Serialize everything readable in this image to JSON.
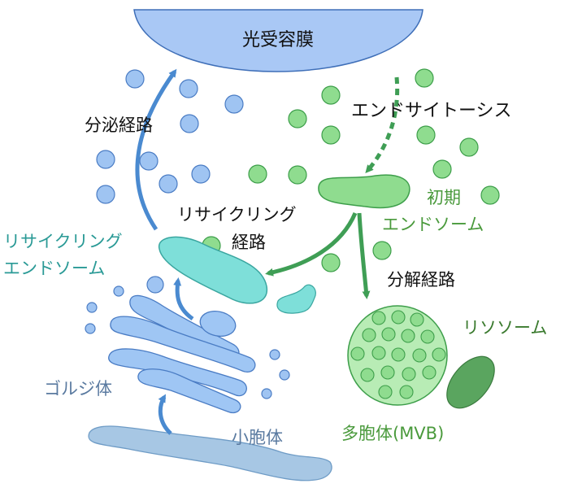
{
  "labels": {
    "membrane": "光受容膜",
    "endocytosis": "エンドサイトーシス",
    "secretory": "分泌経路",
    "recycling_path_1": "リサイクリング",
    "recycling_path_2": "経路",
    "recycling_endosome_1": "リサイクリング",
    "recycling_endosome_2": "エンドソーム",
    "early_endosome_1": "初期",
    "early_endosome_2": "エンドソーム",
    "degradation": "分解経路",
    "lysosome": "リソソーム",
    "golgi": "ゴルジ体",
    "vesicle_body": "小胞体",
    "mvb": "多胞体(MVB)"
  },
  "colors": {
    "membrane_fill": "#a9c8f5",
    "membrane_stroke": "#3f6fb8",
    "blue_vesicle": "#9fc4f2",
    "blue_stroke": "#4a7cc4",
    "green_vesicle": "#8fdc8f",
    "green_stroke": "#3d9e4a",
    "green_arrow": "#3f9e55",
    "blue_arrow": "#4a8ad0",
    "teal_fill": "#7edfd9",
    "teal_stroke": "#3aa6a0",
    "teal_text": "#2a9a96",
    "golgi_fill": "#9fc6f4",
    "er_fill": "#a7c7e4",
    "lysosome_fill": "#5aa55f",
    "green_text": "#4a9a3c",
    "dark_green_text": "#3a7a2e",
    "slate_text": "#5a7aa0"
  }
}
